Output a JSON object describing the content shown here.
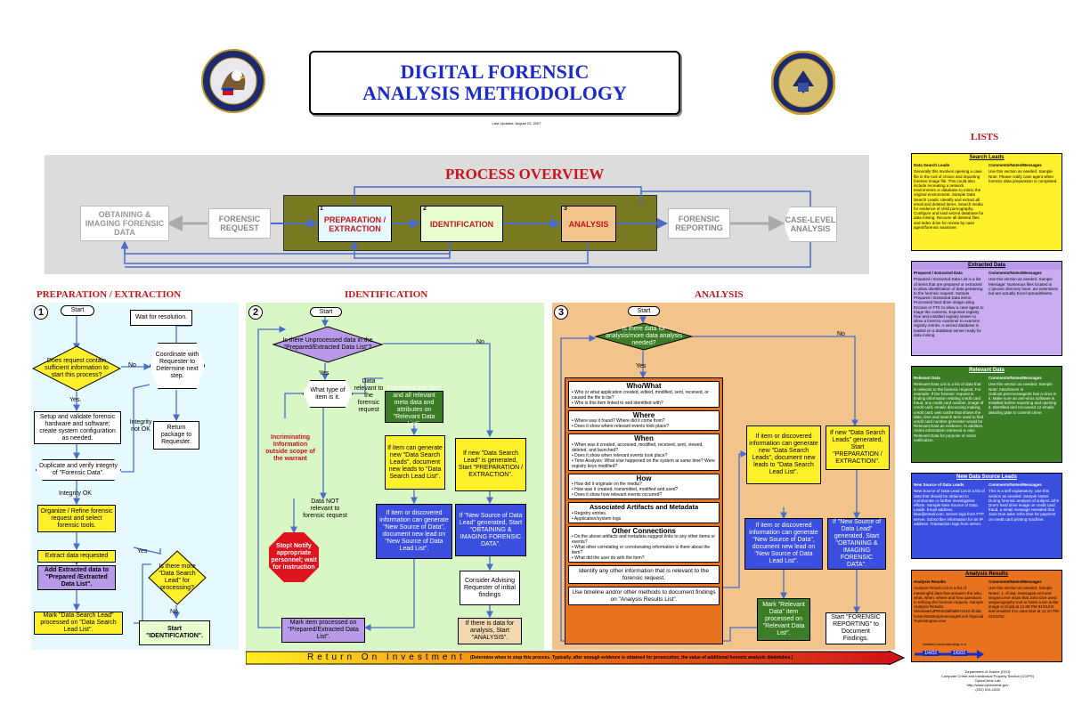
{
  "header": {
    "title_line1": "DIGITAL FORENSIC",
    "title_line2": "ANALYSIS METHODOLOGY",
    "updated": "Last Updated: August 22, 2007",
    "lists_title": "LISTS"
  },
  "overview": {
    "title": "PROCESS OVERVIEW",
    "obtaining": "OBTAINING & IMAGING FORENSIC DATA",
    "request": "FORENSIC REQUEST",
    "prep_num": "1",
    "prep": "PREPARATION / EXTRACTION",
    "ident_num": "2",
    "ident": "IDENTIFICATION",
    "analysis_num": "3",
    "analysis": "ANALYSIS",
    "reporting": "FORENSIC REPORTING",
    "case": "CASE-LEVEL ANALYSIS"
  },
  "prep": {
    "title": "PREPARATION / EXTRACTION",
    "num": "1",
    "start": "Start",
    "wait": "Wait for resolution.",
    "q1": "Does request contain sufficient information to start this process?",
    "no": "No",
    "coord": "Coordinate with Requester to Determine next step.",
    "yes": "Yes.",
    "setup": "Setup and validate forensic hardware and software; create system configuration as needed.",
    "integ_not": "Integrity not OK",
    "return": "Return package to Requester.",
    "dup": "Duplicate and verify integrity of \"Forensic Data\".",
    "integ_ok": "Integrity OK",
    "organize": "Organize / Refine forensic request and select forensic tools.",
    "extract": "Extract data requested",
    "add": "Add Extracted data to \"Prepared /Extracted Data List\".",
    "yes2": "Yes",
    "q2": "Is there more \"Data Search Lead\" for processing?",
    "no2": "No",
    "mark": "Mark \"Data Search Lead\" processed on \"Data Search Lead List\".",
    "start_id": "Start \"IDENTIFICATION\"."
  },
  "ident": {
    "title": "IDENTIFICATION",
    "num": "2",
    "start": "Start",
    "q1": "Is there Unprocessed data in the \"Prepared/Extracted Data List\"?",
    "no": "No",
    "yes": "Yes",
    "q2": "What type of item is it.",
    "relevant": "Data relevant to the forensic request",
    "incrim": "Incriminating Information outside scope of the warrant",
    "not_rel": "Data NOT relevant to forensic request",
    "stop": "Stop! Notify appropriate personnel; wait for instruction",
    "doc": "Document this item and all relevant meta data and attributes on \"Relevant Data List\".",
    "gen_lead": "If item can generate new \"Data Search Leads\", document new leads to \"Data Search Lead List\".",
    "new_source": "If item or discovered information can generate \"New Source of Data\", document new lead on \"New Source of Data Lead List\".",
    "if_new_lead": "If new \"Data Search Lead\" is generated, Start \"PREPARATION / EXTRACTION\".",
    "if_new_src": "If \"New Source of Data Lead\" generated, Start \"OBTAINING & IMAGING FORENSIC DATA\".",
    "consider": "Consider Advising Requester of initial findings",
    "if_data": "If there is data for analysis, Start \"ANALYSIS\".",
    "mark": "Mark item processed on \"Prepared/Extracted Data List\"."
  },
  "analysis": {
    "title": "ANALYSIS",
    "num": "3",
    "start": "Start",
    "q1": "Is there data for analysis/more data analysis needed?",
    "no": "No",
    "yes": "Yes",
    "who_h": "Who/What",
    "who_1": "Who or what application created, edited, modified, sent, received, or caused the file to be?",
    "who_2": "Who is this item linked to and identified with?",
    "where_h": "Where",
    "where_1": "Where was it found? Where did it come from?",
    "where_2": "Does it show where relevant events took place?",
    "when_h": "When",
    "when_1": "When was it created, accessed, modified, received, sent, viewed, deleted, and launched?",
    "when_2": "Does it show when relevant events took place?",
    "when_3": "Time Analysis: What else happened on the system at same time? Were registry keys modified?",
    "how_h": "How",
    "how_1": "How did it originate on the media?",
    "how_2": "How was it created, transmitted, modified and used?",
    "how_3": "Does it show how relevant events occurred?",
    "assoc_h": "Associated Artifacts and Metadata",
    "assoc_1": "Registry entries.",
    "assoc_2": "Application/system logs",
    "other_h": "Other Connections",
    "other_1": "Do the above artifacts and metadata suggest links to any other items or events?",
    "other_2": "What other correlating or corroborating information is there about the item?",
    "other_3": "What did the user do with the item?",
    "identify": "Identify any other information that is relevant to the forensic request.",
    "timeline": "Use timeline and/or other methods to document findings on \"Analysis Results List\".",
    "gen_lead": "If item or discovered information can generate new \"Data Search Leads\", document new leads to \"Data Search Lead List\".",
    "if_new_lead": "If new \"Data Search Leads\" generated, Start \"PREPARATION / EXTRACTION\".",
    "new_source": "If item or discovered information can generate \"New Source of Data\", document new lead on \"New Source of Data Lead List\".",
    "if_new_src": "If \"New Source of Data Lead\" generated, Start \"OBTAINING & IMAGING FORENSIC DATA\".",
    "mark": "Mark \"Relevant Data\" item processed on \"Relevant Data List\".",
    "start_rep": "Start \"FORENSIC REPORTING\" to Document Findings."
  },
  "roi": {
    "label": "Return On Investment",
    "note": "(Determine when to stop this process. Typically, after enough evidence is obtained for prosecution, the value of additional forensic analysis diminishes.)"
  },
  "lists": [
    {
      "title": "Search Leads",
      "col1": "Data Search Leads",
      "col2": "Comments/Notes/Messages",
      "body1": "Generally this involves opening a case file in the tool of choice and importing forensic image file. This could also include recreating a network environment or database to mimic the original environment. Sample Data Search Leads: Identify and extract all email and deleted items. Search media for evidence of child pornography. Configure and load seized database for data mining. Recover all deleted files and index drive for review by case agent/forensic examiner.",
      "body2": "Use this section as needed. Sample Note: Please notify case agent when forensic data preparation is completed.",
      "bg": "#fff02a",
      "hdr": "#fff02a",
      "fg": "#000"
    },
    {
      "title": "Extracted Data",
      "col1": "Prepared / Extracted Data",
      "col2": "Comments/Notes/Messages",
      "body1": "Prepared / Extracted Data List is a list of items that are prepared or extracted to allow identification of data pertaining to the forensic request. Sample Prepared / Extracted Data items: Processed hard drive image using Encase or FTK to allow a case agent to triage the contents. Exported registry hive and installed registry viewer to allow a forensic examiner to examine registry entries. A seized database is loaded on a database server ready for data mining.",
      "body2": "Use this section as needed. Sample Message: Numerous files located in c:\\jmovie directory have .avi extensions but are actually Excel spreadsheets.",
      "bg": "#c8aef0",
      "hdr": "#b89be8",
      "fg": "#000"
    },
    {
      "title": "Relevant Data",
      "col1": "Relevant Data",
      "col2": "Comments/Notes/Messages",
      "body1": "Relevant Data List is a list of data that is relevant to the forensic request. For example: If the forensic request is finding information relating credit card fraud, any credit card number, image of credit card, emails discussing making credit card, web cache that shows the date, time and search term used to find credit card number generator would be Relevant Data as evidence. In addition, Victim information retrieved is also Relevant Data for purpose of victim notification.",
      "body2": "Use this section as needed. Sample Note: Attachment in Outlook.pst>message25 has a virus in it. Make sure an anti-virus software is installed before exporting and opening it. Identified and recovered 12 emails detailing plan to commit crime.",
      "bg": "#3b7d24",
      "hdr": "#3b7d24",
      "fg": "#fff"
    },
    {
      "title": "New Data Source Leads",
      "col1": "New Source of Data Leads",
      "col2": "Comments/Notes/Messages",
      "body1": "New Source of Data Lead List is a list of data that should be obtained to corroborate or further investigative efforts. Sample New Source of Data Leads: Email address: blue@email.com. Server logs from FTP server. Subscriber information for an IP address. Transaction logs from server.",
      "body2": "This is a self explanatory. Use this section as needed. Sample Notes: During forensic analysis of subject John Doe's hard drive image on credit card fraud, a email message revealed that Jane Doe aske John Doe for payment on credit card printing machine.",
      "bg": "#3a4ee0",
      "hdr": "#3a4ee0",
      "fg": "#fff"
    },
    {
      "title": "Analysis Results",
      "col1": "Analysis Results",
      "col2": "Comments/Notes/Messages",
      "body1": "Analysis Result List is a list of meaningful data that answers the who, what, when, where and how questions in refining the forensic request. Sample Analysis Results: \\Windows\\JPN\\Install\\88674210.tif.dat \\Users\\Desktop\\message8.xml \\Special Tools\\stegano.exe",
      "body2": "Use this section as needed. Sample Notes: 1. tif.dat, message5.xml and stegano.exe show that John Doe used steganography tool to hides a ten dollar image in tif.dat at 11:08 PM 01/01/03 and emailed it to Jane Doe at 11:10 PM 01/01/03.",
      "bg": "#e8731e",
      "hdr": "#e8731e",
      "fg": "#000"
    }
  ],
  "timeline": {
    "t1": "1/4/03",
    "t2": "1/6/03",
    "caption": "Detailed understanding of a"
  },
  "footer": {
    "line1": "Department of Justice (DOJ)",
    "line2": "Computer Crime and Intellectual Property Section (CCIPS)",
    "line3": "CyberCrime Lab",
    "line4": "http://www.cybercrime.gov",
    "line5": "(202) 514-1026"
  },
  "colors": {
    "title_blue": "#1a2bc8",
    "section_red": "#c8141e",
    "prep_bg": "#e6f9ff",
    "ident_bg": "#d9f7c4",
    "analysis_bg": "#f2c48c"
  }
}
